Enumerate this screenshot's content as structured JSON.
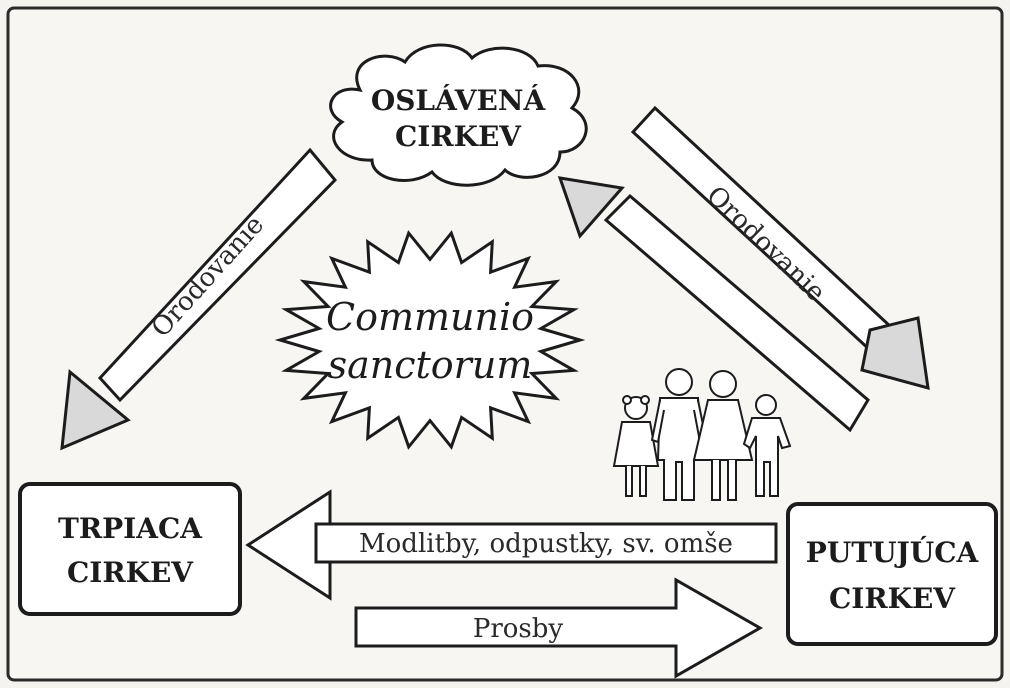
{
  "nodes": {
    "glorified": {
      "line1": "OSLÁVENÁ",
      "line2": "CIRKEV"
    },
    "suffering": {
      "line1": "TRPIACA",
      "line2": "CIRKEV"
    },
    "pilgrim": {
      "line1": "PUTUJÚCA",
      "line2": "CIRKEV"
    }
  },
  "center": {
    "line1": "Communio",
    "line2": "sanctorum"
  },
  "arrows": {
    "left_diag": "Orodovanie",
    "right_diag": "Orodovanie",
    "prayers": "Modlitby, odpustky, sv. omše",
    "requests": "Prosby"
  },
  "icons": {
    "family": "family-icon",
    "cloud": "cloud-shape",
    "burst": "star-burst-shape"
  },
  "colors": {
    "ink": "#1c1c1c",
    "arrow_fill": "#ffffff",
    "arrow_head_shade": "#d9d9d9",
    "background": "#f4f3f0"
  }
}
